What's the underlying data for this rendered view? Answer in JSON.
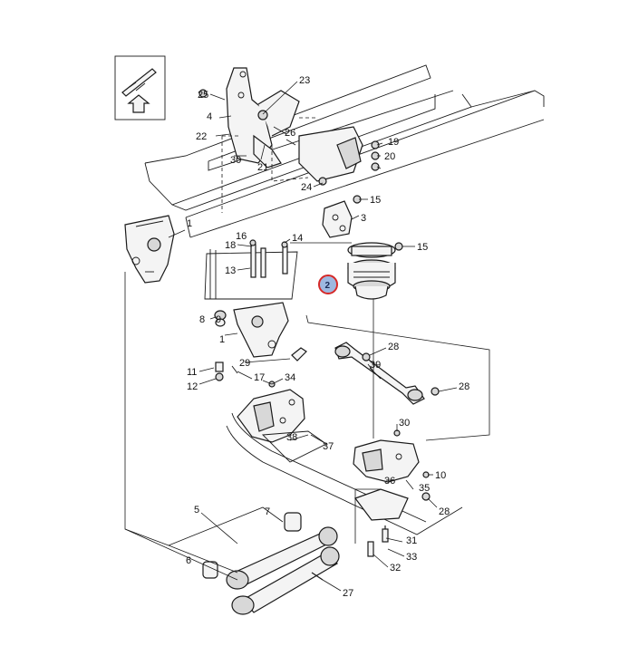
{
  "labels": {
    "l1a": "1",
    "l1b": "1",
    "l2": "2",
    "l3": "3",
    "l4": "4",
    "l5": "5",
    "l6": "6",
    "l7": "7",
    "l8": "8",
    "l9": "9",
    "l10": "10",
    "l11": "11",
    "l12": "12",
    "l13": "13",
    "l14": "14",
    "l15a": "15",
    "l15b": "15",
    "l16": "16",
    "l17": "17",
    "l18": "18",
    "l19": "19",
    "l20": "20",
    "l21": "21",
    "l22": "22",
    "l23": "23",
    "l24": "24",
    "l25": "25",
    "l26": "26",
    "l27": "27",
    "l28a": "28",
    "l28b": "28",
    "l28c": "28",
    "l29": "29",
    "l30a": "30",
    "l30b": "30",
    "l31": "31",
    "l32": "32",
    "l33": "33",
    "l34": "34",
    "l35": "35",
    "l36": "36",
    "l37": "37",
    "l38": "38",
    "l39": "39"
  },
  "highlight": {
    "label": "2",
    "ring_color": "#d42828",
    "fill_color": "#9db8e0"
  },
  "orientation_icon": "front-direction-arrow-icon"
}
